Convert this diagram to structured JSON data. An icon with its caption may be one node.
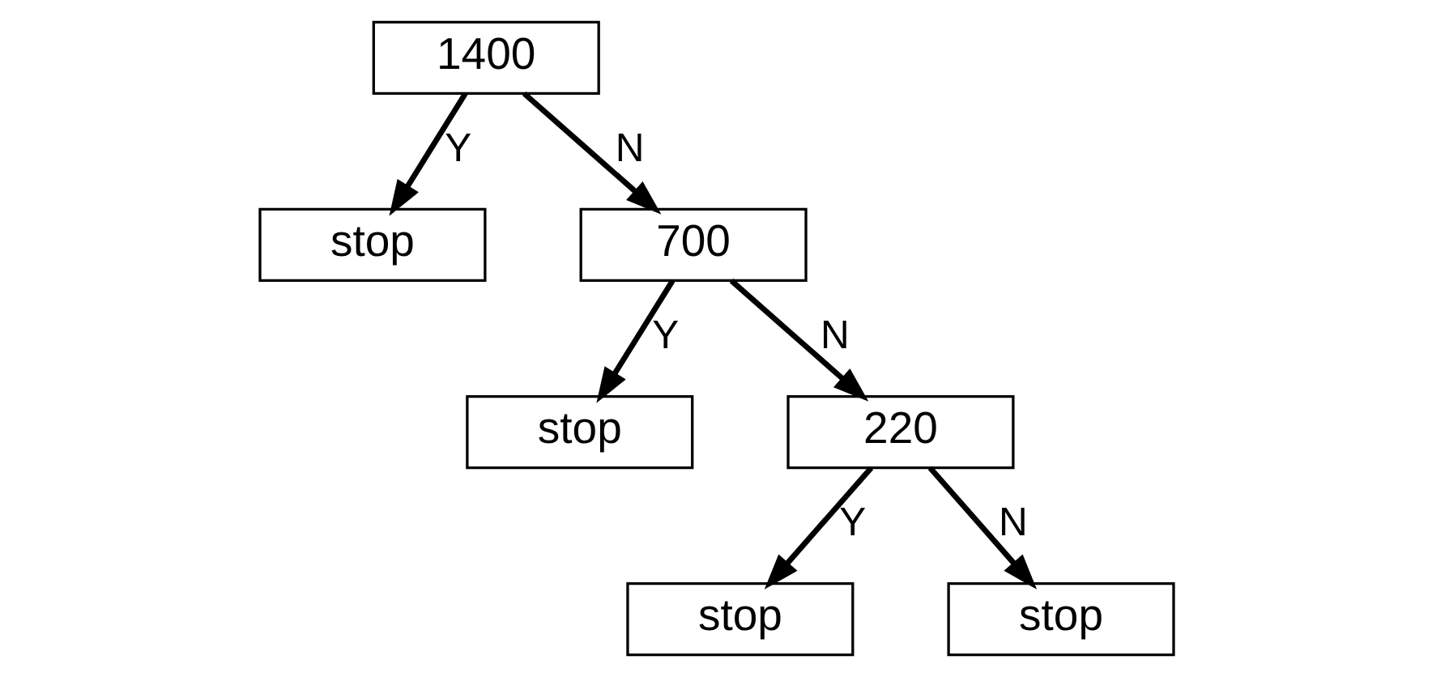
{
  "diagram": {
    "nodes": [
      {
        "text": [
          "1400"
        ]
      },
      {
        "text": [
          "stop"
        ]
      },
      {
        "text": [
          "700"
        ]
      },
      {
        "text": [
          "stop"
        ]
      },
      {
        "text": [
          "220"
        ]
      },
      {
        "text": [
          "stop"
        ]
      },
      {
        "text": [
          "stop"
        ]
      }
    ],
    "edges": [
      {
        "from": 0,
        "to": 1,
        "arrow": "to",
        "label": "Y"
      },
      {
        "from": 0,
        "to": 2,
        "arrow": "to",
        "label": "N"
      },
      {
        "from": 2,
        "to": 3,
        "arrow": "to",
        "label": "Y"
      },
      {
        "from": 2,
        "to": 4,
        "arrow": "to",
        "label": "N"
      },
      {
        "from": 4,
        "to": 5,
        "arrow": "to",
        "label": "Y"
      },
      {
        "from": 4,
        "to": 6,
        "arrow": "to",
        "label": "N"
      }
    ]
  }
}
